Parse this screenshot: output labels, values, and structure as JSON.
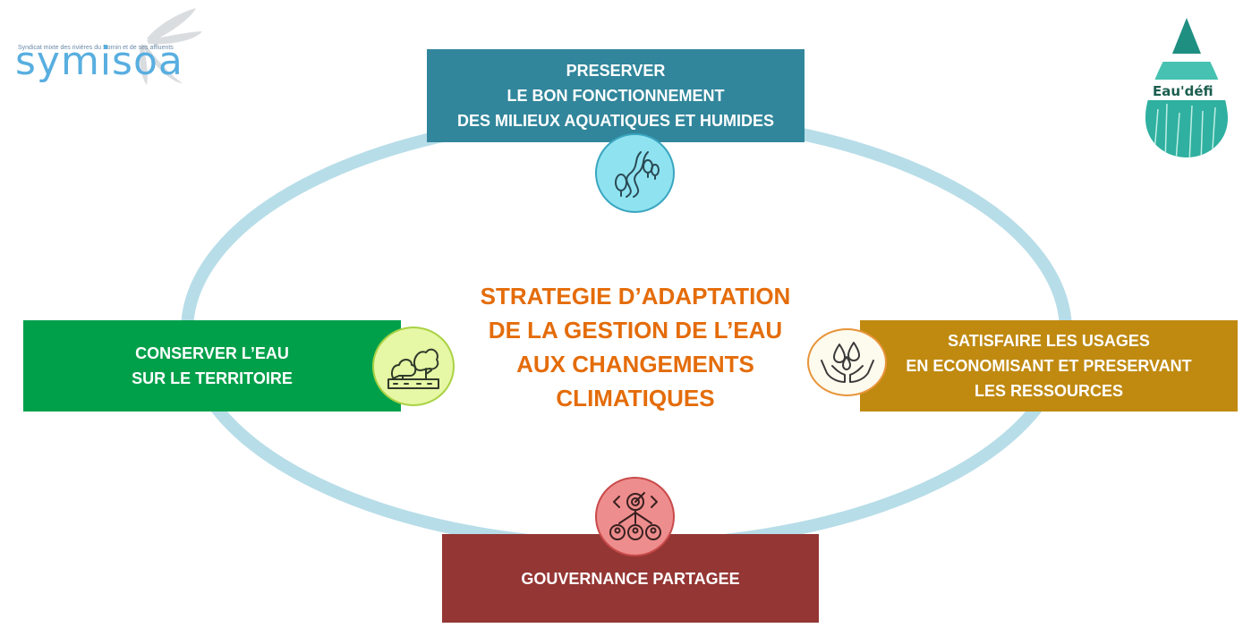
{
  "diagram": {
    "center_title": [
      "STRATEGIE D’ADAPTATION",
      "DE LA GESTION DE L’EAU",
      "AUX CHANGEMENTS",
      "CLIMATIQUES"
    ],
    "boxes": {
      "top": [
        "PRESERVER",
        "LE BON FONCTIONNEMENT",
        "DES MILIEUX AQUATIQUES ET HUMIDES"
      ],
      "left": [
        "CONSERVER L’EAU",
        "SUR LE TERRITOIRE"
      ],
      "right": [
        "SATISFAIRE LES USAGES",
        "EN ECONOMISANT ET PRESERVANT",
        "LES RESSOURCES"
      ],
      "bottom": [
        "GOUVERNANCE PARTAGEE"
      ]
    },
    "icons": {
      "top": "river-trees-icon",
      "left": "trees-landscape-icon",
      "right": "hands-water-drops-icon",
      "bottom": "target-people-icon"
    }
  },
  "logos": {
    "symisoa": {
      "wordmark": "symisoa",
      "tagline": "Syndicat mixte des rivières du Sornin et de ses affluents"
    },
    "eaudefi": {
      "wordmark": "Eau'défi"
    }
  },
  "colors": {
    "ring": "#b7dde8",
    "top_box": "#31869b",
    "left_box": "#00a04b",
    "right_box": "#c08a11",
    "bottom_box": "#943634",
    "center_text": "#e46c0a"
  }
}
